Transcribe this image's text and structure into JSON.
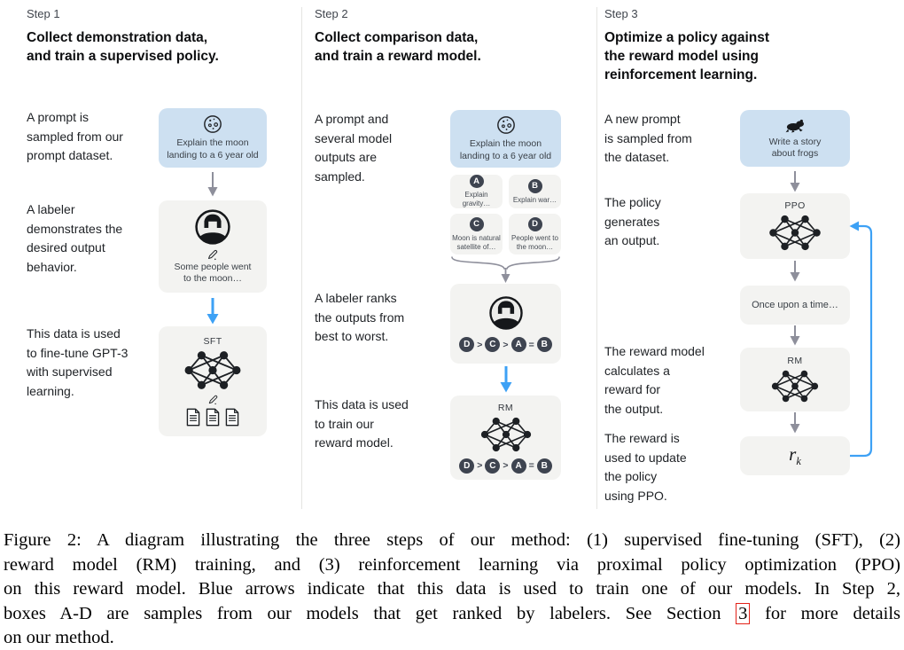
{
  "colors": {
    "prompt_box_blue": "#cde0f1",
    "model_box_gray": "#f3f3f1",
    "train_arrow_blue": "#3da1f5",
    "flow_arrow_gray": "#8e8f9b",
    "badge_dark": "#3e4450",
    "section_link_box_red": "#e32219"
  },
  "icons": {
    "prompt_step12": "moon-icon",
    "labeler": "person-icon",
    "handwriting": "pencil-icon",
    "model": "neural-network-icon",
    "demonstrations": "documents-icon",
    "prompt_step3": "frog-icon"
  },
  "step1": {
    "label": "Step 1",
    "title": "Collect demonstration data,\nand train a supervised policy.",
    "text_prompt": "A prompt is\nsampled from our\nprompt dataset.",
    "text_labeler": "A labeler\ndemonstrates the\ndesired output\nbehavior.",
    "text_data": "This data is used\nto fine-tune GPT-3\nwith supervised\nlearning.",
    "prompt_box": "Explain the moon\nlanding to a 6 year old",
    "labeler_box": "Some people went\nto the moon…",
    "model_label": "SFT"
  },
  "step2": {
    "label": "Step 2",
    "title": "Collect comparison data,\nand train a reward model.",
    "text_prompt": "A prompt and\nseveral model\noutputs are\nsampled.",
    "text_labeler": "A labeler ranks\nthe outputs from\nbest to worst.",
    "text_data": "This data is used\nto train our\nreward model.",
    "prompt_box": "Explain the moon\nlanding to a 6 year old",
    "outputs": [
      {
        "badge": "A",
        "text": "Explain gravity…"
      },
      {
        "badge": "B",
        "text": "Explain war…"
      },
      {
        "badge": "C",
        "text": "Moon is natural\nsatellite of…"
      },
      {
        "badge": "D",
        "text": "People went to\nthe moon…"
      }
    ],
    "ranking": [
      "D",
      ">",
      "C",
      ">",
      "A",
      "=",
      "B"
    ],
    "model_label": "RM"
  },
  "step3": {
    "label": "Step 3",
    "title": "Optimize a policy against\nthe reward model using\nreinforcement learning.",
    "text_prompt": "A new prompt\nis sampled from\nthe dataset.",
    "text_policy": "The policy\ngenerates\nan output.",
    "text_reward": "The reward model\ncalculates a\nreward for\nthe output.",
    "text_update": "The reward is\nused to update\nthe policy\nusing PPO.",
    "prompt_box": "Write a story\nabout frogs",
    "policy_label": "PPO",
    "output_box": "Once upon a time…",
    "model_label": "RM",
    "reward_symbol": "r",
    "reward_subscript": "k"
  },
  "caption": {
    "lines": [
      {
        "text": "Figure 2: A diagram illustrating the three steps of our method: (1) supervised fine-tuning (SFT), (2)"
      },
      {
        "text": "reward model (RM) training, and (3) reinforcement learning via proximal policy optimization (PPO)"
      },
      {
        "text": "on this reward model. Blue arrows indicate that this data is used to train one of our models. In Step 2,"
      },
      {
        "pre": "boxes A-D are samples from our models that get ranked by labelers. See Section ",
        "link": "3",
        "post": " for more details"
      },
      {
        "text": "on our method."
      }
    ]
  }
}
